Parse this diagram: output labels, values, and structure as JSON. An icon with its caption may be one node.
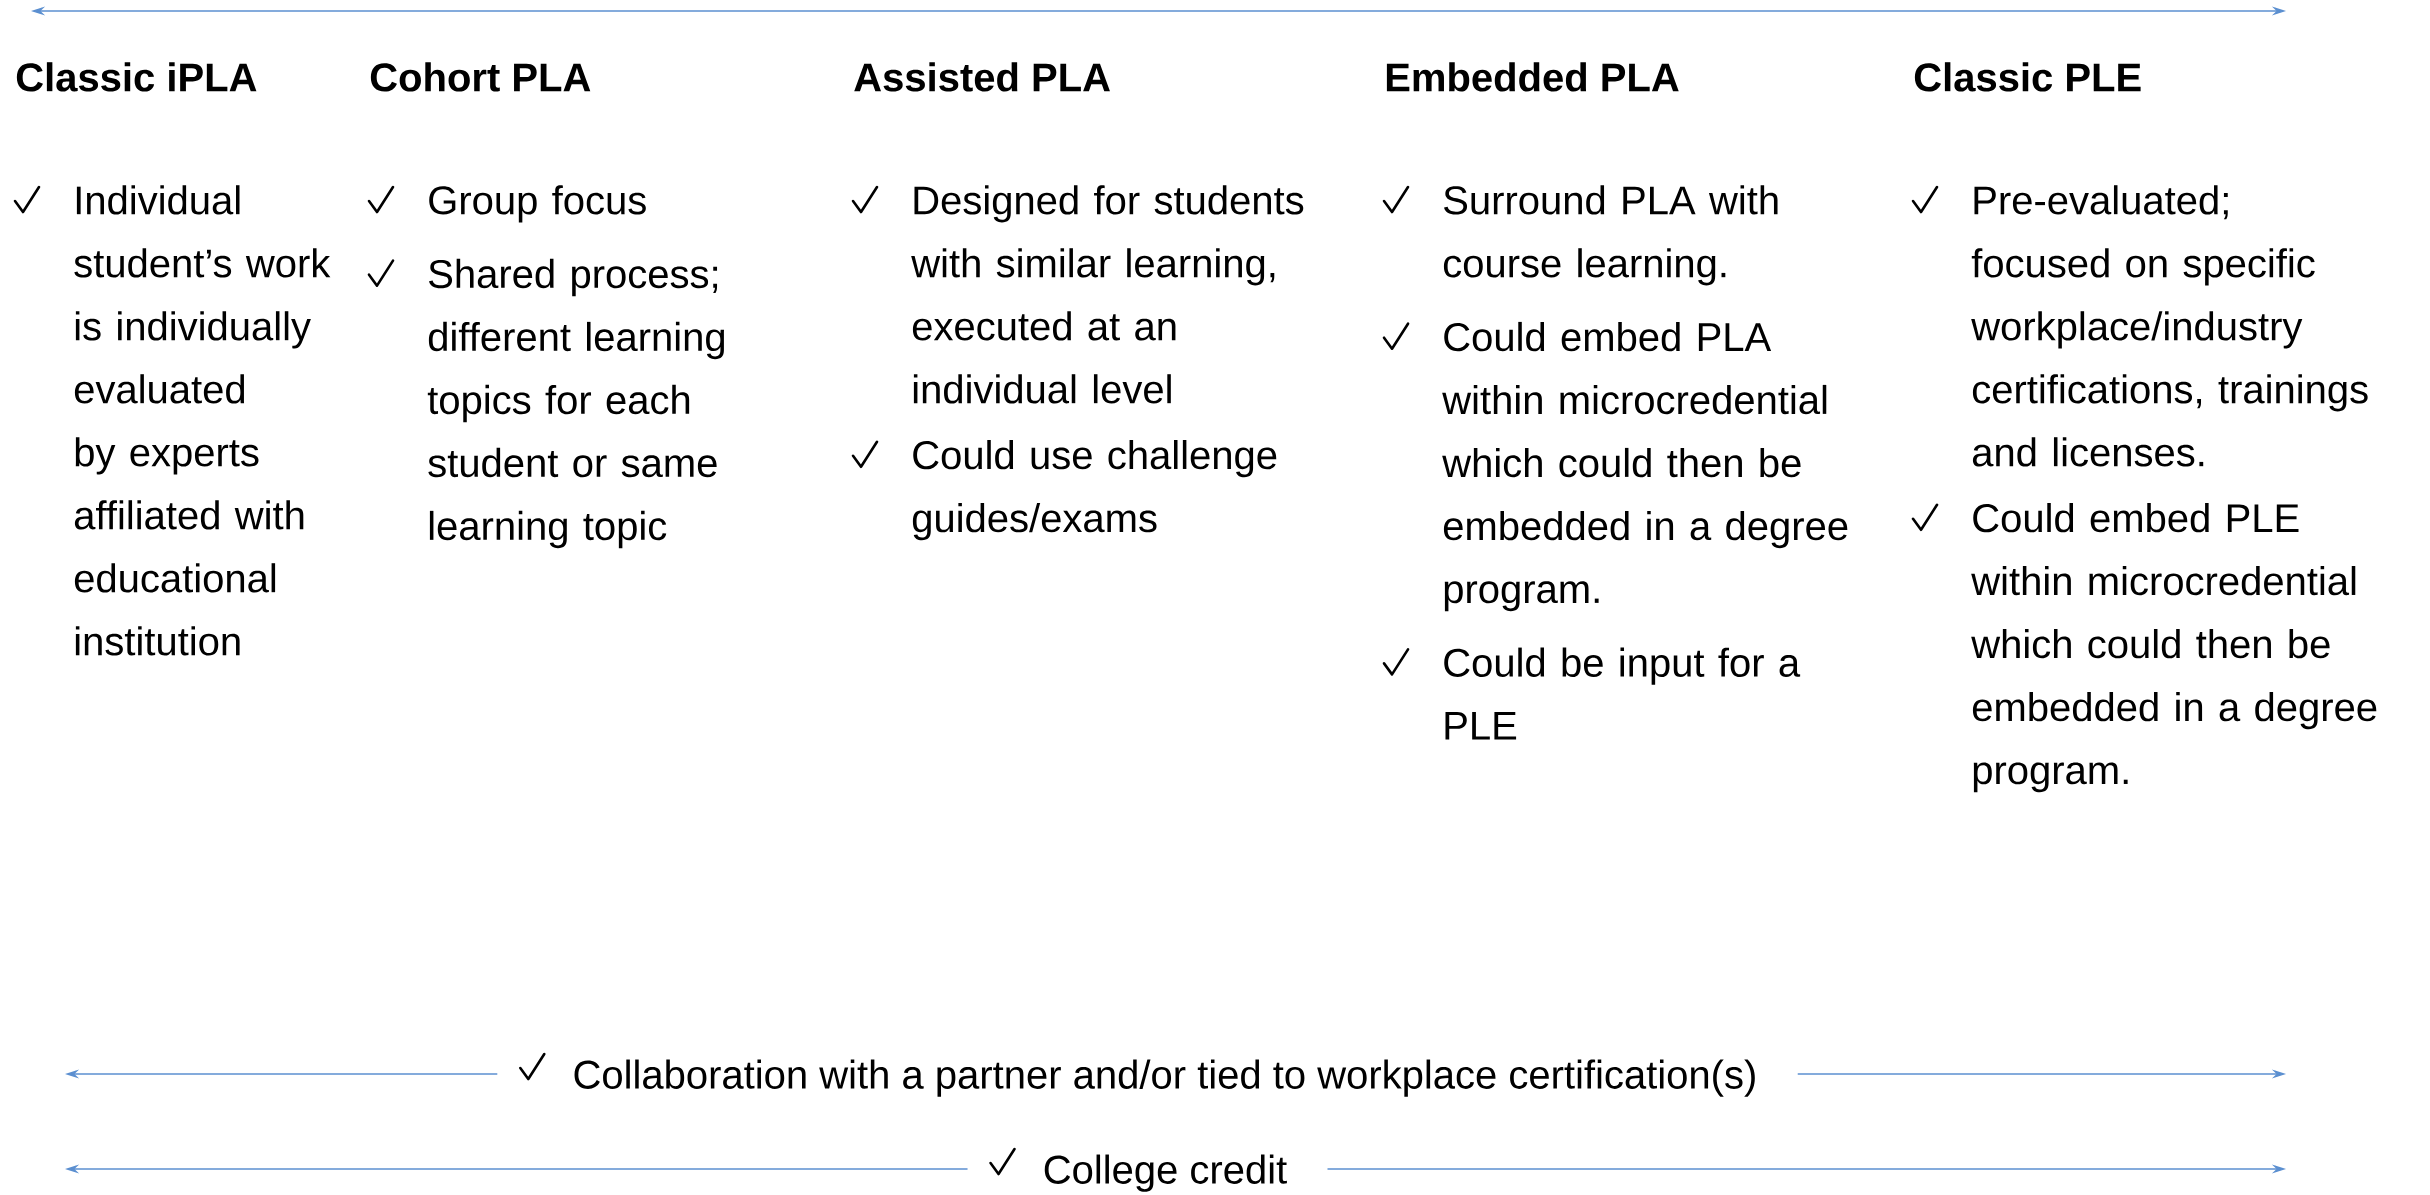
{
  "diagram": {
    "labels": [
      "Classic iPLA",
      "Individual student’s work is individually evaluated by experts affiliated with educational institution",
      "Cohort PLA",
      "Group focus",
      "Shared process; different learning topics for each student or same learning topic",
      "Assisted PLA",
      "Designed for students with similar learning, executed at an individual level",
      "Could use challenge guides/exams",
      "Embedded PLA",
      "Surround PLA with course learning.",
      "Could embed PLA within microcredential which could then be embedded in a degree program.",
      "Could be input for a PLE",
      "Classic PLE",
      "Pre-evaluated; focused on specific workplace/industry certifications, trainings and licenses.",
      "Could embed PLE within microcredential which could then be embedded in a degree program.",
      "Collaboration with a partner and/or tied to workplace certification(s)",
      "College credit"
    ]
  }
}
